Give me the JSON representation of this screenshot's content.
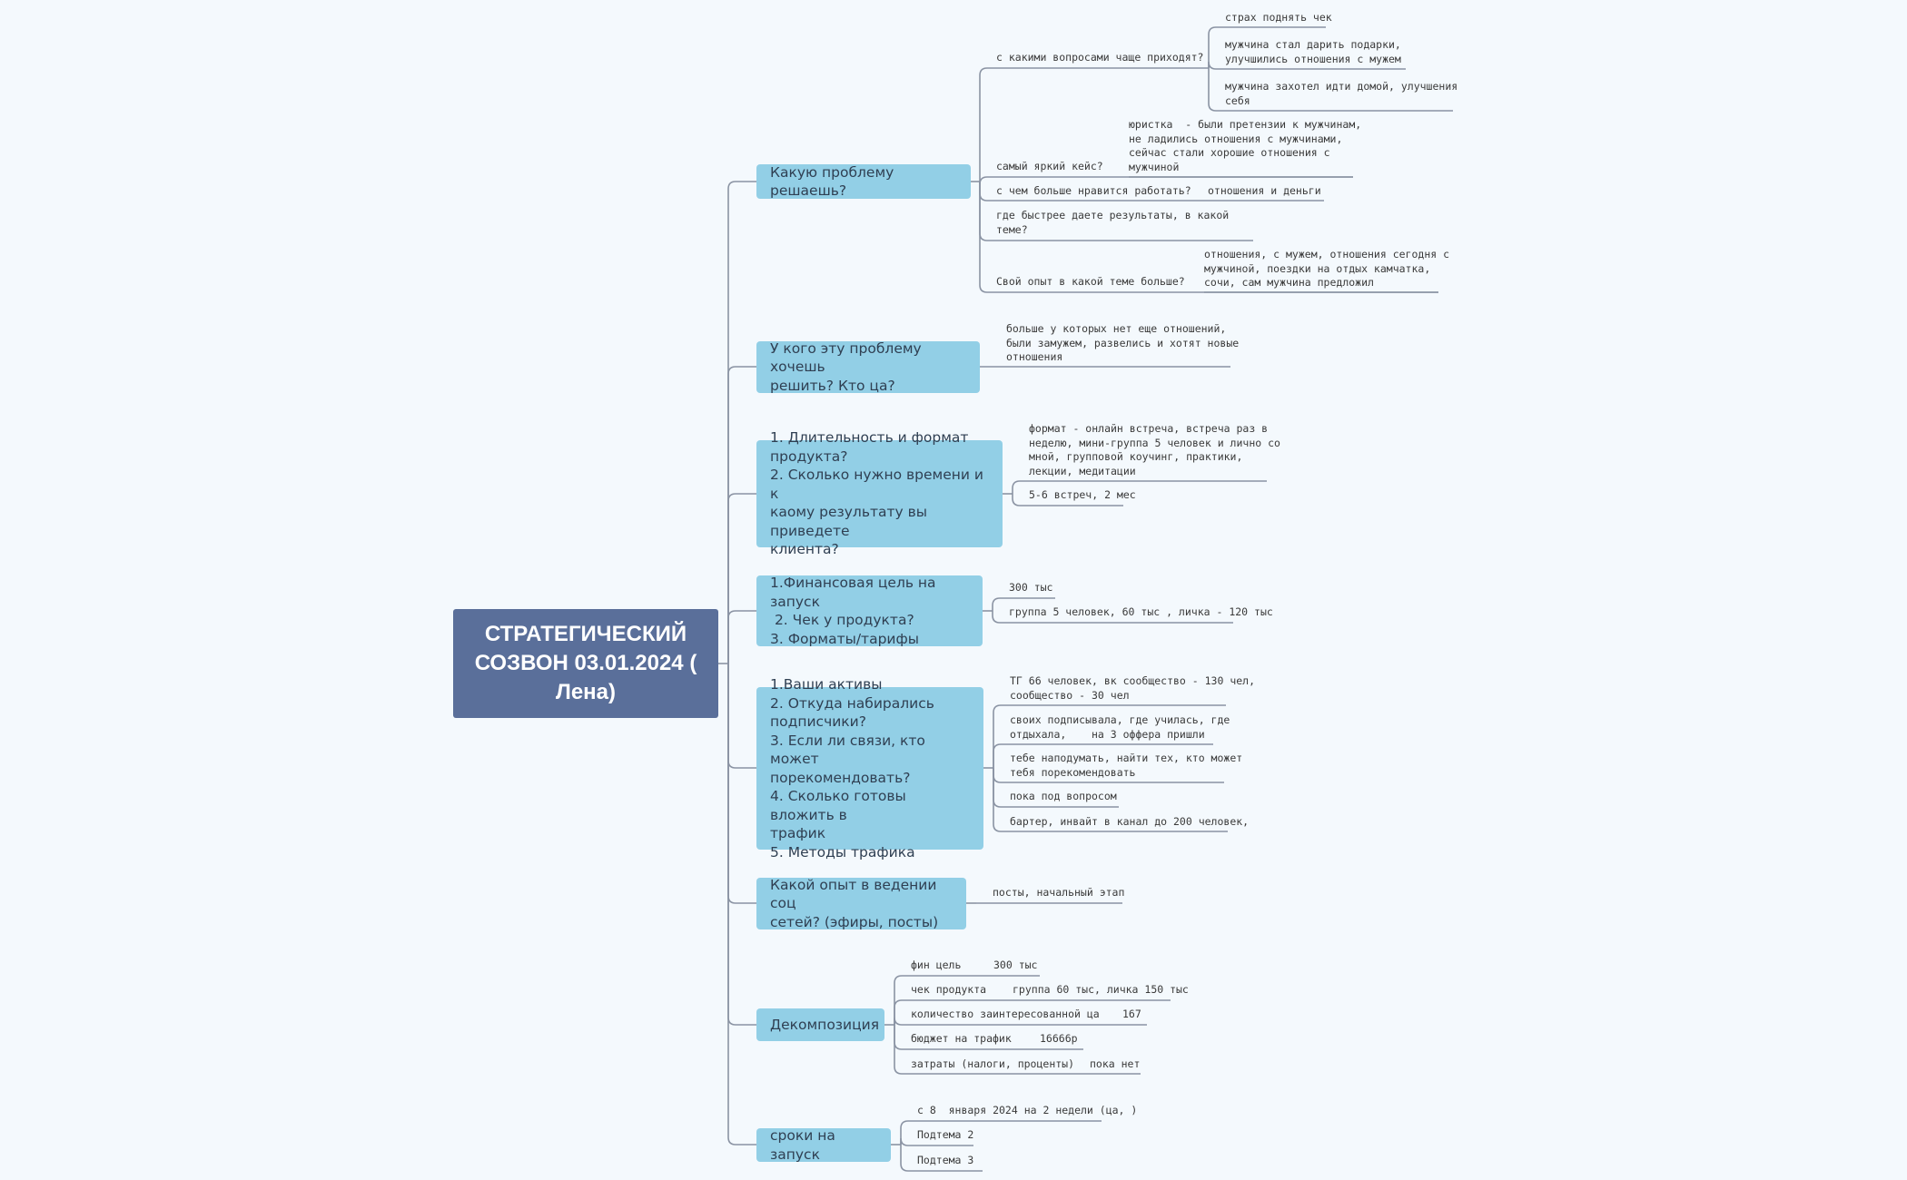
{
  "root": {
    "title": "СТРАТЕГИЧЕСКИЙ СОЗВОН 03.01.2024 ( Лена)"
  },
  "branches": [
    {
      "label": "Какую проблему решаешь?",
      "children": [
        {
          "text": "с какими вопросами чаще приходят?",
          "children": [
            {
              "text": "страх поднять чек"
            },
            {
              "text": "мужчина стал дарить подарки,\nулучшились отношения с мужем"
            },
            {
              "text": "мужчина захотел идти домой, улучшения\nсебя"
            }
          ]
        },
        {
          "text": "самый яркий кейс?",
          "children": [
            {
              "text": "юристка  - были претензии к мужчинам,\nне ладились отношения с мужчинами,\nсейчас стали хорошие отношения с\nмужчиной"
            }
          ]
        },
        {
          "text": "с чем больше нравится работать?",
          "children": [
            {
              "text": "отношения и деньги"
            }
          ]
        },
        {
          "text": "где быстрее даете результаты, в какой\nтеме?"
        },
        {
          "text": "Свой опыт в какой теме больше?",
          "children": [
            {
              "text": "отношения, с мужем, отношения сегодня с\nмужчиной, поездки на отдых камчатка,\nсочи, сам мужчина предложил"
            }
          ]
        }
      ]
    },
    {
      "label": "У кого эту проблему хочешь\nрешить? Кто ца?",
      "children": [
        {
          "text": "больше у которых нет еще отношений,\nбыли замужем, развелись и хотят новые\nотношения"
        }
      ]
    },
    {
      "label": "1. Длительность и формат\nпродукта?\n2. Сколько нужно времени и к\nкаому результату вы приведете\nклиента?",
      "children": [
        {
          "text": "формат - онлайн встреча, встреча раз в\nнеделю, мини-группа 5 человек и лично со\nмной, групповой коучинг, практики,\nлекции, медитации"
        },
        {
          "text": "5-6 встреч, 2 мес"
        }
      ]
    },
    {
      "label": "1.Финансовая цель на запуск\n 2. Чек у продукта?\n3. Форматы/тарифы",
      "children": [
        {
          "text": "300 тыс"
        },
        {
          "text": "группа 5 человек, 60 тыс , личка - 120 тыс"
        }
      ]
    },
    {
      "label": "1.Ваши активы\n2. Откуда набирались\nподписчики?\n3. Если ли связи, кто может\nпорекомендовать?\n4. Сколько готовы вложить в\nтрафик\n5. Методы трафика",
      "children": [
        {
          "text": "ТГ 66 человек, вк сообщество - 130 чел,\nсообщество - 30 чел"
        },
        {
          "text": "своих подписывала, где училась, где\nотдыхала,    на 3 оффера пришли"
        },
        {
          "text": "тебе наподумать, найти тех, кто может\nтебя порекомендовать"
        },
        {
          "text": "пока под вопросом"
        },
        {
          "text": "бартер, инвайт в канал до 200 человек,"
        }
      ]
    },
    {
      "label": "Какой опыт в ведении соц\nсетей? (эфиры, посты)",
      "children": [
        {
          "text": "посты, начальный этап"
        }
      ]
    },
    {
      "label": "Декомпозиция",
      "children": [
        {
          "text": "фин цель",
          "value": "300 тыс"
        },
        {
          "text": "чек продукта",
          "value": "группа 60 тыс, личка 150 тыс"
        },
        {
          "text": "количество заинтересованной ца",
          "value": "167"
        },
        {
          "text": "бюджет на трафик",
          "value": "16666р"
        },
        {
          "text": "затраты (налоги, проценты)",
          "value": "пока нет"
        }
      ]
    },
    {
      "label": "сроки на запуск",
      "children": [
        {
          "text": "с 8  января 2024 на 2 недели (ца, )"
        },
        {
          "text": "Подтема 2"
        },
        {
          "text": "Подтема 3"
        }
      ]
    }
  ],
  "colors": {
    "root": "#5a6f9a",
    "branch": "#92cfe6",
    "line": "#8a93a3",
    "background": "#f4f9fd"
  }
}
